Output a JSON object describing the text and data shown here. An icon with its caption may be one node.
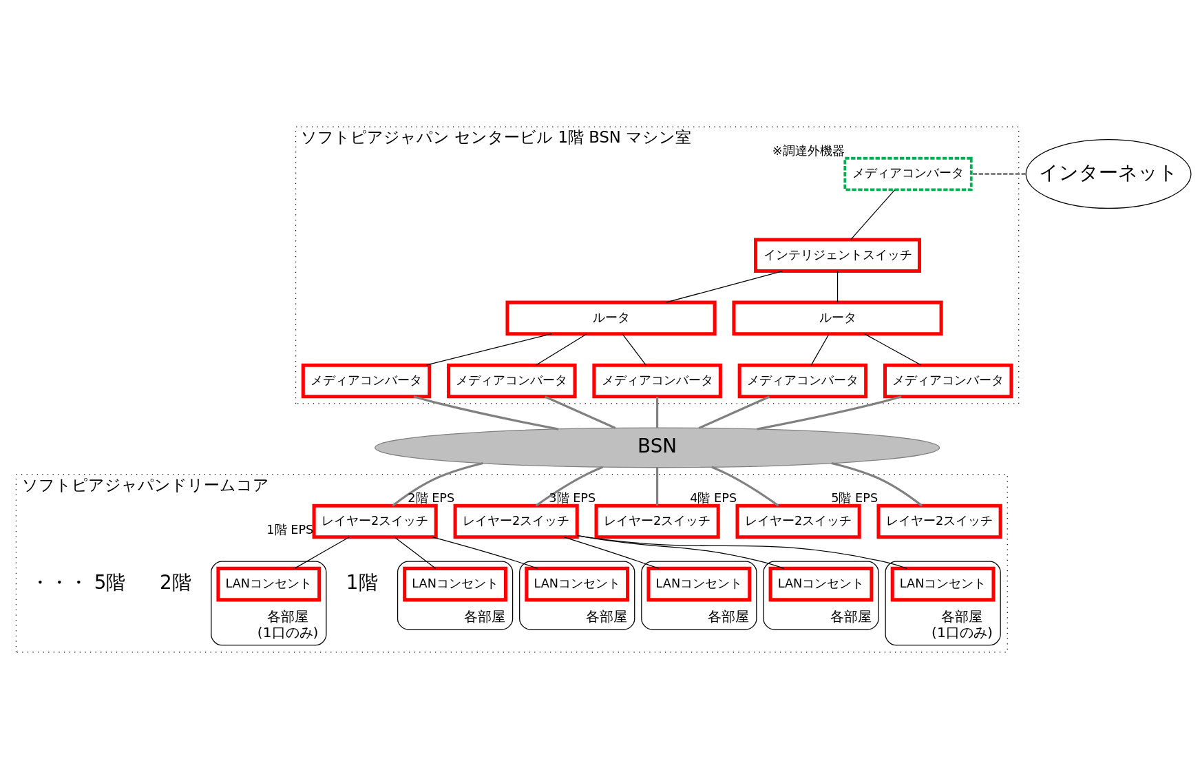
{
  "diagram": {
    "nodes": [
      {
        "text": [
          "ソフトピアジャパン センタービル 1階 BSN マシン室"
        ]
      },
      {
        "text": [
          "インターネット"
        ]
      },
      {
        "text": [
          "メディアコンバータ"
        ],
        "in": 0,
        "beside": [
          "※調達外機器"
        ]
      },
      {
        "text": [
          "インテリジェントスイッチ"
        ],
        "in": 0
      },
      {
        "text": [
          "ルータ"
        ],
        "in": 0
      },
      {
        "text": [
          "ルータ"
        ],
        "in": 0
      },
      {
        "text": [
          "メディアコンバータ"
        ],
        "in": 0
      },
      {
        "text": [
          "メディアコンバータ"
        ],
        "in": 0
      },
      {
        "text": [
          "メディアコンバータ"
        ],
        "in": 0
      },
      {
        "text": [
          "メディアコンバータ"
        ],
        "in": 0
      },
      {
        "text": [
          "メディアコンバータ"
        ],
        "in": 0
      },
      {
        "text": [
          "BSN"
        ]
      },
      {
        "text": [
          "ソフトピアジャパンドリームコア"
        ]
      },
      {
        "text": [
          "レイヤー2スイッチ"
        ],
        "in": 12,
        "beside": [
          "1階 EPS"
        ]
      },
      {
        "text": [
          "レイヤー2スイッチ"
        ],
        "in": 12,
        "beside": [
          "2階 EPS"
        ]
      },
      {
        "text": [
          "レイヤー2スイッチ"
        ],
        "in": 12,
        "beside": [
          "3階 EPS"
        ]
      },
      {
        "text": [
          "レイヤー2スイッチ"
        ],
        "in": 12,
        "beside": [
          "4階 EPS"
        ]
      },
      {
        "text": [
          "レイヤー2スイッチ"
        ],
        "in": 12,
        "beside": [
          "5階 EPS"
        ]
      },
      {
        "text": [
          "各部屋"
        ],
        "in": 12
      },
      {
        "text": [
          "LANコンセント"
        ],
        "in": 18
      },
      {
        "text": [
          "各部屋"
        ],
        "in": 12
      },
      {
        "text": [
          "LANコンセント"
        ],
        "in": 20
      },
      {
        "text": [
          "各部屋",
          "(1口のみ)"
        ],
        "in": 12
      },
      {
        "text": [
          "LANコンセント"
        ],
        "in": 22
      },
      {
        "text": [
          "各部屋"
        ],
        "in": 12
      },
      {
        "text": [
          "LANコンセント"
        ],
        "in": 24
      },
      {
        "text": [
          "各部屋"
        ],
        "in": 12
      },
      {
        "text": [
          "LANコンセント"
        ],
        "in": 26
      },
      {
        "text": [
          "各部屋",
          "(1口のみ)"
        ],
        "in": 12
      },
      {
        "text": [
          "LANコンセント"
        ],
        "in": 28
      }
    ],
    "edges": [
      {
        "from": 1,
        "to": 2,
        "arrow": "none",
        "style": "dashed",
        "color": "#808080"
      },
      {
        "from": 2,
        "to": 3,
        "arrow": "none"
      },
      {
        "from": 3,
        "to": 4,
        "arrow": "none"
      },
      {
        "from": 3,
        "to": 5,
        "arrow": "none"
      },
      {
        "from": 4,
        "to": 6,
        "arrow": "none"
      },
      {
        "from": 4,
        "to": 7,
        "arrow": "none"
      },
      {
        "from": 4,
        "to": 8,
        "arrow": "none"
      },
      {
        "from": 5,
        "to": 9,
        "arrow": "none"
      },
      {
        "from": 5,
        "to": 10,
        "arrow": "none"
      },
      {
        "from": 6,
        "to": 11,
        "arrow": "none",
        "color": "#808080"
      },
      {
        "from": 7,
        "to": 11,
        "arrow": "none",
        "color": "#808080"
      },
      {
        "from": 8,
        "to": 11,
        "arrow": "none",
        "color": "#808080"
      },
      {
        "from": 9,
        "to": 11,
        "arrow": "none",
        "color": "#808080"
      },
      {
        "from": 10,
        "to": 11,
        "arrow": "none",
        "color": "#808080"
      },
      {
        "from": 11,
        "to": 13,
        "arrow": "none",
        "color": "#808080"
      },
      {
        "from": 11,
        "to": 14,
        "arrow": "none",
        "color": "#808080"
      },
      {
        "from": 11,
        "to": 15,
        "arrow": "none",
        "color": "#808080"
      },
      {
        "from": 11,
        "to": 16,
        "arrow": "none",
        "color": "#808080"
      },
      {
        "from": 11,
        "to": 17,
        "arrow": "none",
        "color": "#808080"
      },
      {
        "from": 13,
        "to": 19,
        "arrow": "none"
      },
      {
        "from": 13,
        "to": 21,
        "arrow": "none"
      },
      {
        "from": 13,
        "to": 23,
        "arrow": "none"
      },
      {
        "from": 14,
        "to": 25,
        "arrow": "none"
      },
      {
        "from": 14,
        "to": 27,
        "arrow": "none"
      },
      {
        "from": 14,
        "to": 29,
        "arrow": "none"
      }
    ],
    "labels": [
      "1階",
      "2階",
      "・・・ 5階"
    ]
  }
}
